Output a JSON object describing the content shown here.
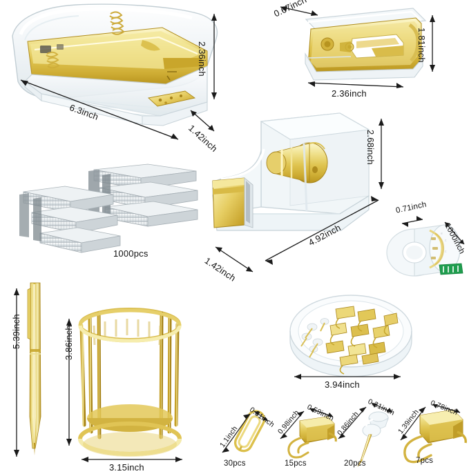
{
  "scene": {
    "title": "Acrylic gold desk stationery set product dimension sheet",
    "background_color": "#ffffff",
    "gold_light": "#f7efb4",
    "gold_mid": "#e3c95e",
    "gold_deep": "#c8a22a",
    "gold_shadow": "#a8861c",
    "acrylic": "#f2f5f7",
    "acrylic_edge": "#c9d3d8",
    "steel_light": "#e9edef",
    "steel_mid": "#c3cace",
    "steel_dark": "#9aa3a8",
    "label_color": "#111111",
    "arrow_color": "#1a1a1a"
  },
  "products": [
    {
      "id": "stapler",
      "name": "Acrylic gold stapler",
      "labels": [
        {
          "key": "length",
          "text": "6.3inch"
        },
        {
          "key": "height",
          "text": "2.36inch"
        },
        {
          "key": "depth",
          "text": "1.42inch"
        }
      ]
    },
    {
      "id": "staple-remover",
      "name": "Acrylic gold staple remover",
      "labels": [
        {
          "key": "depth",
          "text": "0.67inch"
        },
        {
          "key": "height",
          "text": "1.81inch"
        },
        {
          "key": "length",
          "text": "2.36inch"
        }
      ]
    },
    {
      "id": "staples",
      "name": "Staples refill stack",
      "labels": [
        {
          "key": "count",
          "text": "1000pcs"
        }
      ]
    },
    {
      "id": "tape-dispenser",
      "name": "Acrylic gold tape dispenser",
      "labels": [
        {
          "key": "height",
          "text": "2.68inch"
        },
        {
          "key": "length",
          "text": "4.92inch"
        },
        {
          "key": "depth",
          "text": "1.42inch"
        }
      ]
    },
    {
      "id": "tape-roll",
      "name": "Clear tape roll",
      "labels": [
        {
          "key": "width",
          "text": "0.71inch"
        },
        {
          "key": "length",
          "text": "1000inch"
        }
      ]
    },
    {
      "id": "pen",
      "name": "Gold ballpoint pen",
      "labels": [
        {
          "key": "length",
          "text": "5.39inch"
        }
      ]
    },
    {
      "id": "pen-cup",
      "name": "Gold wire pen holder cup",
      "labels": [
        {
          "key": "height",
          "text": "3.86inch"
        },
        {
          "key": "diameter",
          "text": "3.15inch"
        }
      ]
    },
    {
      "id": "clip-tray",
      "name": "Round clear tray with assorted gold clips",
      "labels": [
        {
          "key": "diameter",
          "text": "3.94inch"
        }
      ]
    },
    {
      "id": "paper-clip",
      "name": "Gold paper clip",
      "labels": [
        {
          "key": "length",
          "text": "1.1inch"
        },
        {
          "key": "width",
          "text": "0.31inch"
        },
        {
          "key": "count",
          "text": "30pcs"
        }
      ]
    },
    {
      "id": "binder-clip-medium",
      "name": "Gold binder clip medium",
      "labels": [
        {
          "key": "height",
          "text": "0.98inch"
        },
        {
          "key": "width",
          "text": "0.59inch"
        },
        {
          "key": "count",
          "text": "15pcs"
        }
      ]
    },
    {
      "id": "push-pin",
      "name": "Clear head push pin with gold needle",
      "labels": [
        {
          "key": "length",
          "text": "0.86inch"
        },
        {
          "key": "width",
          "text": "0.31inch"
        },
        {
          "key": "count",
          "text": "20pcs"
        }
      ]
    },
    {
      "id": "binder-clip-large",
      "name": "Gold binder clip large",
      "labels": [
        {
          "key": "height",
          "text": "1.39inch"
        },
        {
          "key": "width",
          "text": "0.78inch"
        },
        {
          "key": "count",
          "text": "7pcs"
        }
      ]
    }
  ]
}
